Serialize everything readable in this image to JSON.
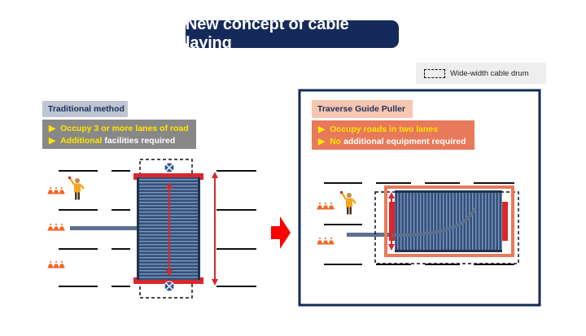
{
  "title": "New concept of cable laying",
  "legend": {
    "label": "Wide-width cable drum"
  },
  "traditional": {
    "label": "Traditional method",
    "bullet1_arrow": "▶",
    "bullet1_text": "Occupy 3 or more lanes of road",
    "bullet2_arrow": "▶",
    "bullet2_highlight": "Additional",
    "bullet2_rest": " facilities required"
  },
  "traverse": {
    "label": "Traverse Guide Puller",
    "bullet1_arrow": "▶",
    "bullet1_text": "Occupy roads in two lanes",
    "bullet2_arrow": "▶",
    "bullet2_highlight": "No",
    "bullet2_rest": " additional equipment required"
  },
  "colors": {
    "navy": "#15295a",
    "red": "#d9272e",
    "highlight_yellow": "#ffe600",
    "orange_panel": "#e8795a",
    "gray_panel": "#888888",
    "drum_blue": "#2f4a6e"
  }
}
